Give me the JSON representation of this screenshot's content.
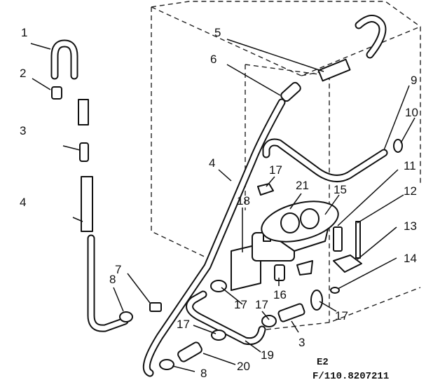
{
  "callouts": [
    "1",
    "2",
    "3",
    "4",
    "5",
    "6",
    "7",
    "8",
    "9",
    "10",
    "11",
    "12",
    "13",
    "14",
    "15",
    "16",
    "17",
    "17",
    "17",
    "17",
    "17",
    "18",
    "19",
    "20",
    "21",
    "3",
    "4",
    "8"
  ],
  "code": {
    "line1": "E2",
    "line2": "F/110.8207211"
  }
}
